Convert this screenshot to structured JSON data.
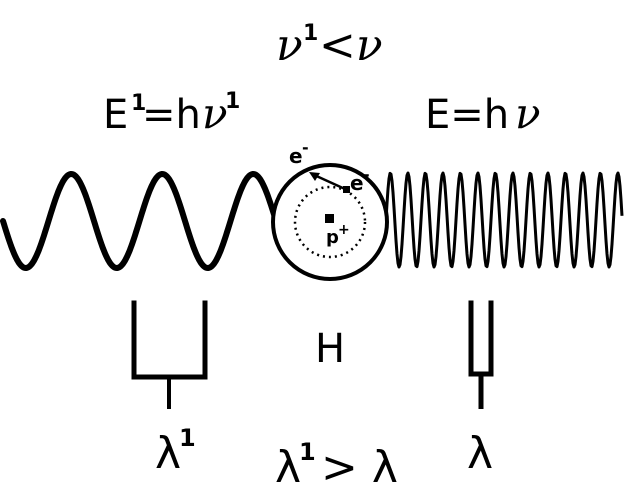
{
  "diagram": {
    "relation_top": {
      "nu_prime": "ν",
      "prime_mark": "1",
      "lt_nu": "<ν"
    },
    "energy_left": {
      "e": "E",
      "prime_mark": "1",
      "equals_h": "=h",
      "nu": "ν",
      "nu_prime_mark": "1"
    },
    "energy_right": {
      "e_equals_h": "E=h",
      "nu": "ν"
    },
    "atom": {
      "electron_top": "e",
      "electron_top_charge": "-",
      "electron_right": "e",
      "electron_right_charge": "-",
      "proton": "p",
      "proton_charge": "+",
      "label": "H"
    },
    "wavelength_left": {
      "lambda": "λ",
      "prime_mark": "1"
    },
    "wavelength_right": {
      "lambda": "λ"
    },
    "relation_bottom": {
      "lambda": "λ",
      "prime_mark": "1",
      "gt_lambda": " > λ"
    },
    "colors": {
      "ink": "#000000",
      "background": "#ffffff"
    }
  }
}
